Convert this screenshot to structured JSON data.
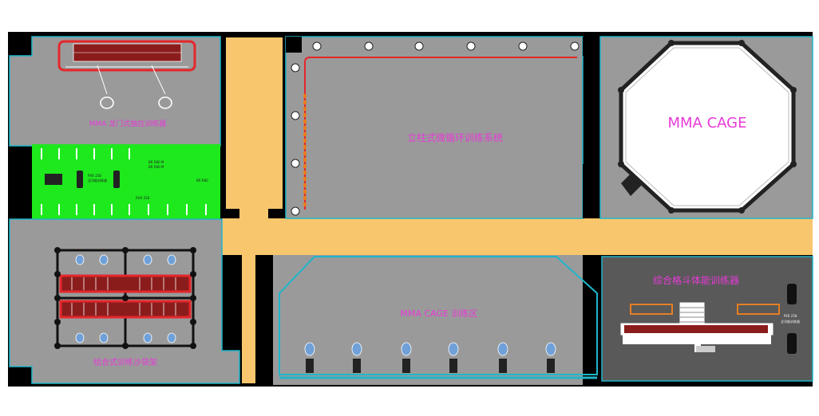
{
  "plan": {
    "colors": {
      "background": "#ffffff",
      "wall": "#000000",
      "room_gray": "#9a9a9a",
      "room_dark": "#595959",
      "corridor": "#f8c66d",
      "green_zone": "#1de91d",
      "room_outline": "#1fb6c9",
      "rig_red": "#e4272b",
      "rig_orange": "#e67e22",
      "label_magenta": "#e83ad8",
      "cage_white": "#ffffff"
    },
    "rooms": {
      "mma_cage": {
        "label": "MMA CAGE"
      },
      "room_top_left": {
        "label": "MMA 龙门式抽拉训练器"
      },
      "room_top_middle": {
        "label": "立柱式微循环训练系统"
      },
      "room_bottom_left": {
        "label": "组合式训练沙袋架"
      },
      "room_bottom_middle": {
        "label": "MMA CAGE 训练区"
      },
      "room_bottom_right": {
        "label": "综合格斗体能训练器"
      }
    },
    "small_notes": {
      "green_note_1": "PXR 258",
      "green_note_2": "全功能训练器",
      "green_note_3": "BR  R80 M",
      "green_note_4": "BR  R80 M",
      "green_note_5": "BR  R80",
      "green_note_6": "RXR 258",
      "right_note_1": "PXR 258",
      "right_note_2": "全功能训练器"
    },
    "icons": {
      "bag": "punching-bag-icon",
      "post": "pillar-post-icon",
      "machine": "training-machine-icon"
    }
  }
}
